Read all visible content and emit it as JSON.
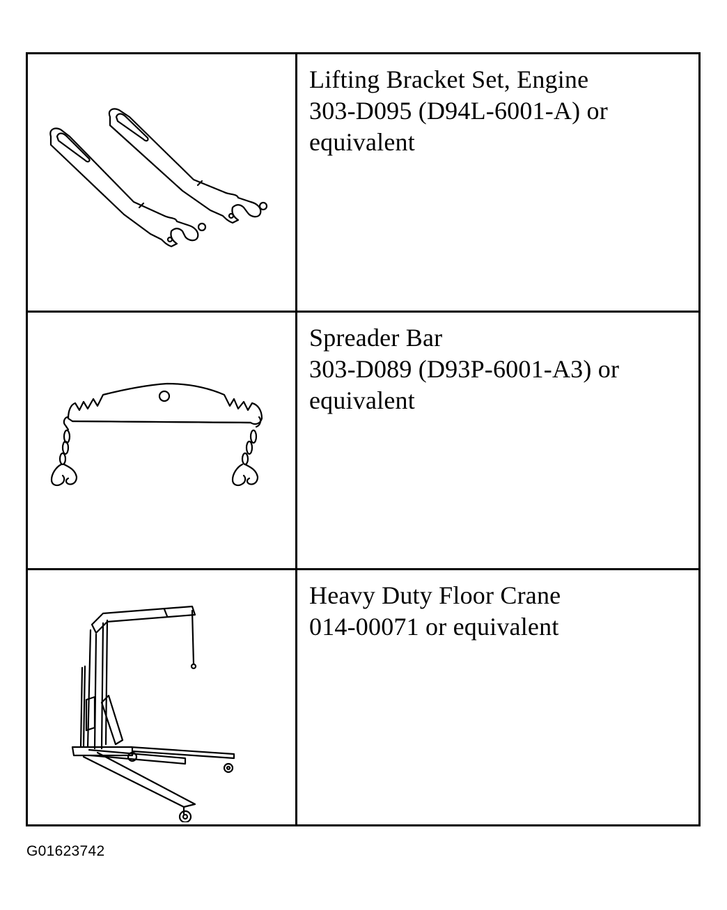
{
  "tools": [
    {
      "name": "Lifting Bracket Set, Engine",
      "part": "303-D095 (D94L-6001-A) or",
      "suffix": "equivalent",
      "illustration": "lifting-bracket-set-illustration"
    },
    {
      "name": "Spreader Bar",
      "part": "303-D089 (D93P-6001-A3) or",
      "suffix": "equivalent",
      "illustration": "spreader-bar-illustration"
    },
    {
      "name": "Heavy Duty Floor Crane",
      "part": "014-00071 or equivalent",
      "illustration": "floor-crane-illustration"
    }
  ],
  "figure_id": "G01623742"
}
